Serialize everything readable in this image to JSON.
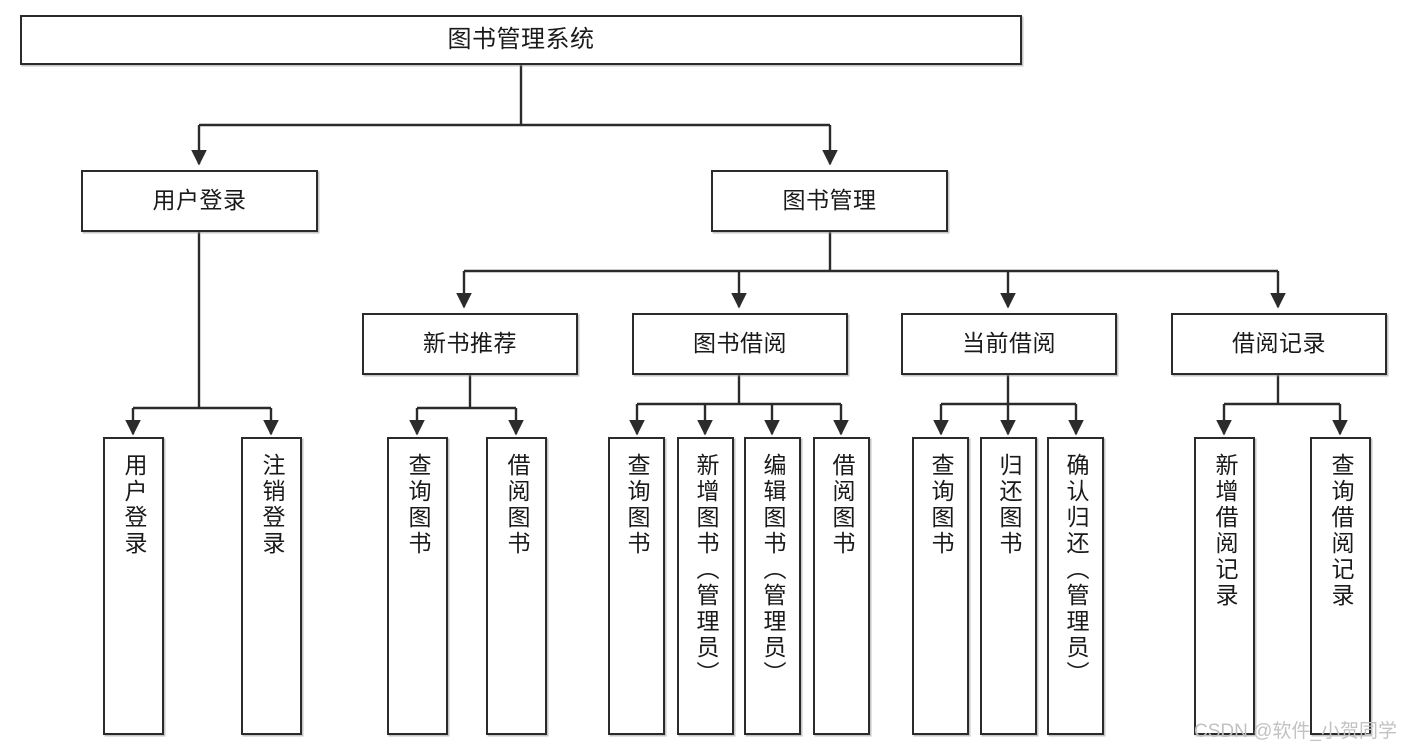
{
  "diagram": {
    "title": "图书管理系统",
    "type": "tree-hierarchy-chart",
    "accent_border_color": "#2b2b2b",
    "background_color": "#ffffff",
    "text_color": "#1a1a1a",
    "watermark": "CSDN @软件_小贺同学"
  },
  "nodes": {
    "root": {
      "label": "图书管理系统"
    },
    "level2": [
      {
        "label": "用户登录"
      },
      {
        "label": "图书管理"
      }
    ],
    "level3": [
      {
        "label": "新书推荐"
      },
      {
        "label": "图书借阅"
      },
      {
        "label": "当前借阅"
      },
      {
        "label": "借阅记录"
      }
    ],
    "leaves_user_login": [
      {
        "label": "用户登录"
      },
      {
        "label": "注销登录"
      }
    ],
    "leaves_new_books": [
      {
        "label": "查询图书"
      },
      {
        "label": "借阅图书"
      }
    ],
    "leaves_book_borrow": [
      {
        "label": "查询图书"
      },
      {
        "label": "新增图书（管理员）"
      },
      {
        "label": "编辑图书（管理员）"
      },
      {
        "label": "借阅图书"
      }
    ],
    "leaves_current_borrow": [
      {
        "label": "查询图书"
      },
      {
        "label": "归还图书"
      },
      {
        "label": "确认归还（管理员）"
      }
    ],
    "leaves_borrow_record": [
      {
        "label": "新增借阅记录"
      },
      {
        "label": "查询借阅记录"
      }
    ]
  },
  "chart_data": {
    "type": "tree",
    "title": "图书管理系统",
    "root": "图书管理系统",
    "edges": [
      [
        "图书管理系统",
        "用户登录"
      ],
      [
        "图书管理系统",
        "图书管理"
      ],
      [
        "用户登录",
        "用户登录(leaf)"
      ],
      [
        "用户登录",
        "注销登录"
      ],
      [
        "图书管理",
        "新书推荐"
      ],
      [
        "图书管理",
        "图书借阅"
      ],
      [
        "图书管理",
        "当前借阅"
      ],
      [
        "图书管理",
        "借阅记录"
      ],
      [
        "新书推荐",
        "查询图书"
      ],
      [
        "新书推荐",
        "借阅图书"
      ],
      [
        "图书借阅",
        "查询图书"
      ],
      [
        "图书借阅",
        "新增图书（管理员）"
      ],
      [
        "图书借阅",
        "编辑图书（管理员）"
      ],
      [
        "图书借阅",
        "借阅图书"
      ],
      [
        "当前借阅",
        "查询图书"
      ],
      [
        "当前借阅",
        "归还图书"
      ],
      [
        "当前借阅",
        "确认归还（管理员）"
      ],
      [
        "借阅记录",
        "新增借阅记录"
      ],
      [
        "借阅记录",
        "查询借阅记录"
      ]
    ],
    "levels": 4,
    "leaf_count": 13
  }
}
